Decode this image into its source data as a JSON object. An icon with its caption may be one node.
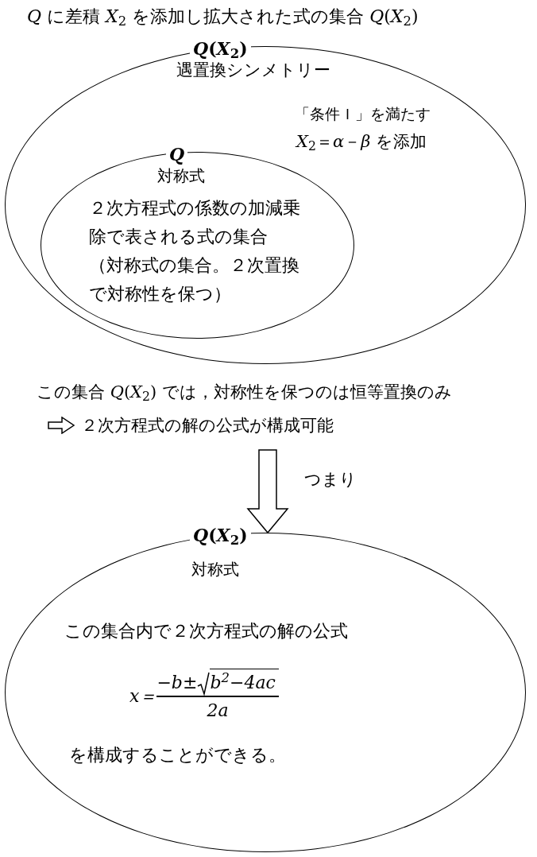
{
  "diagram": {
    "title": "*Q* に差積 *X*$_{2}$ を添加し拡大された式の集合 *Q*(*X*$_{2}$)",
    "nodes": [
      {
        "text": [
          "*Q*(*X*$_{2}$)",
          "遇置換シンメトリー",
          "「条件Ｉ」を満たす",
          "*X*$_{2}$＝*α*－*β* を添加"
        ]
      },
      {
        "text": [
          "*Q*",
          "対称式",
          "２次方程式の係数の加減乗除で表される式の集合",
          "（対称式の集合。２次置換で対称性を保つ）"
        ],
        "in": 0
      },
      {
        "text": [
          "この集合 *Q*(*X*$_{2}$) では，対称性を保つのは恒等置換のみ",
          "２次方程式の解の公式が構成可能"
        ]
      },
      {
        "text": [
          "*Q*(*X*$_{2}$)",
          "対称式",
          "この集合内で２次方程式の解の公式",
          "x＝",
          "−b±",
          "b$^{2}$−4ac",
          "2a",
          "を構成することができる。"
        ]
      }
    ],
    "edges": [
      {
        "from": 2,
        "to": 3,
        "arrow": "to",
        "label": "つまり"
      }
    ]
  }
}
